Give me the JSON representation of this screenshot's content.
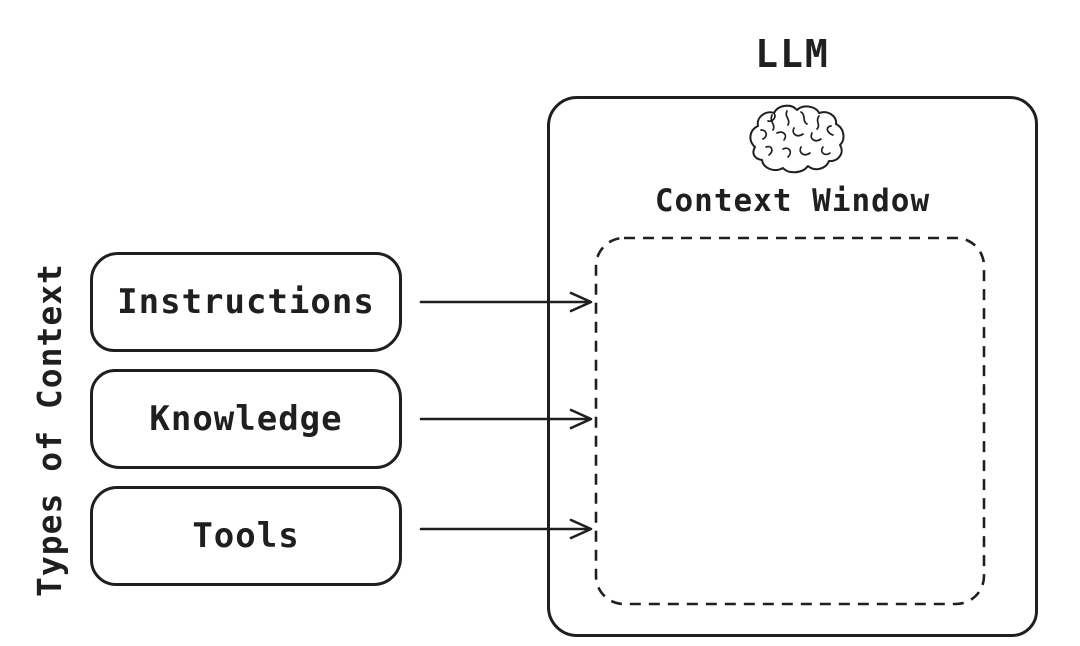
{
  "diagram": {
    "title": "LLM",
    "side_label": "Types of Context",
    "context_window_label": "Context Window",
    "context_types": [
      {
        "label": "Instructions"
      },
      {
        "label": "Knowledge"
      },
      {
        "label": "Tools"
      }
    ],
    "icons": {
      "brain": "brain-icon"
    },
    "colors": {
      "ink": "#1f1f1f",
      "background": "#ffffff"
    }
  }
}
